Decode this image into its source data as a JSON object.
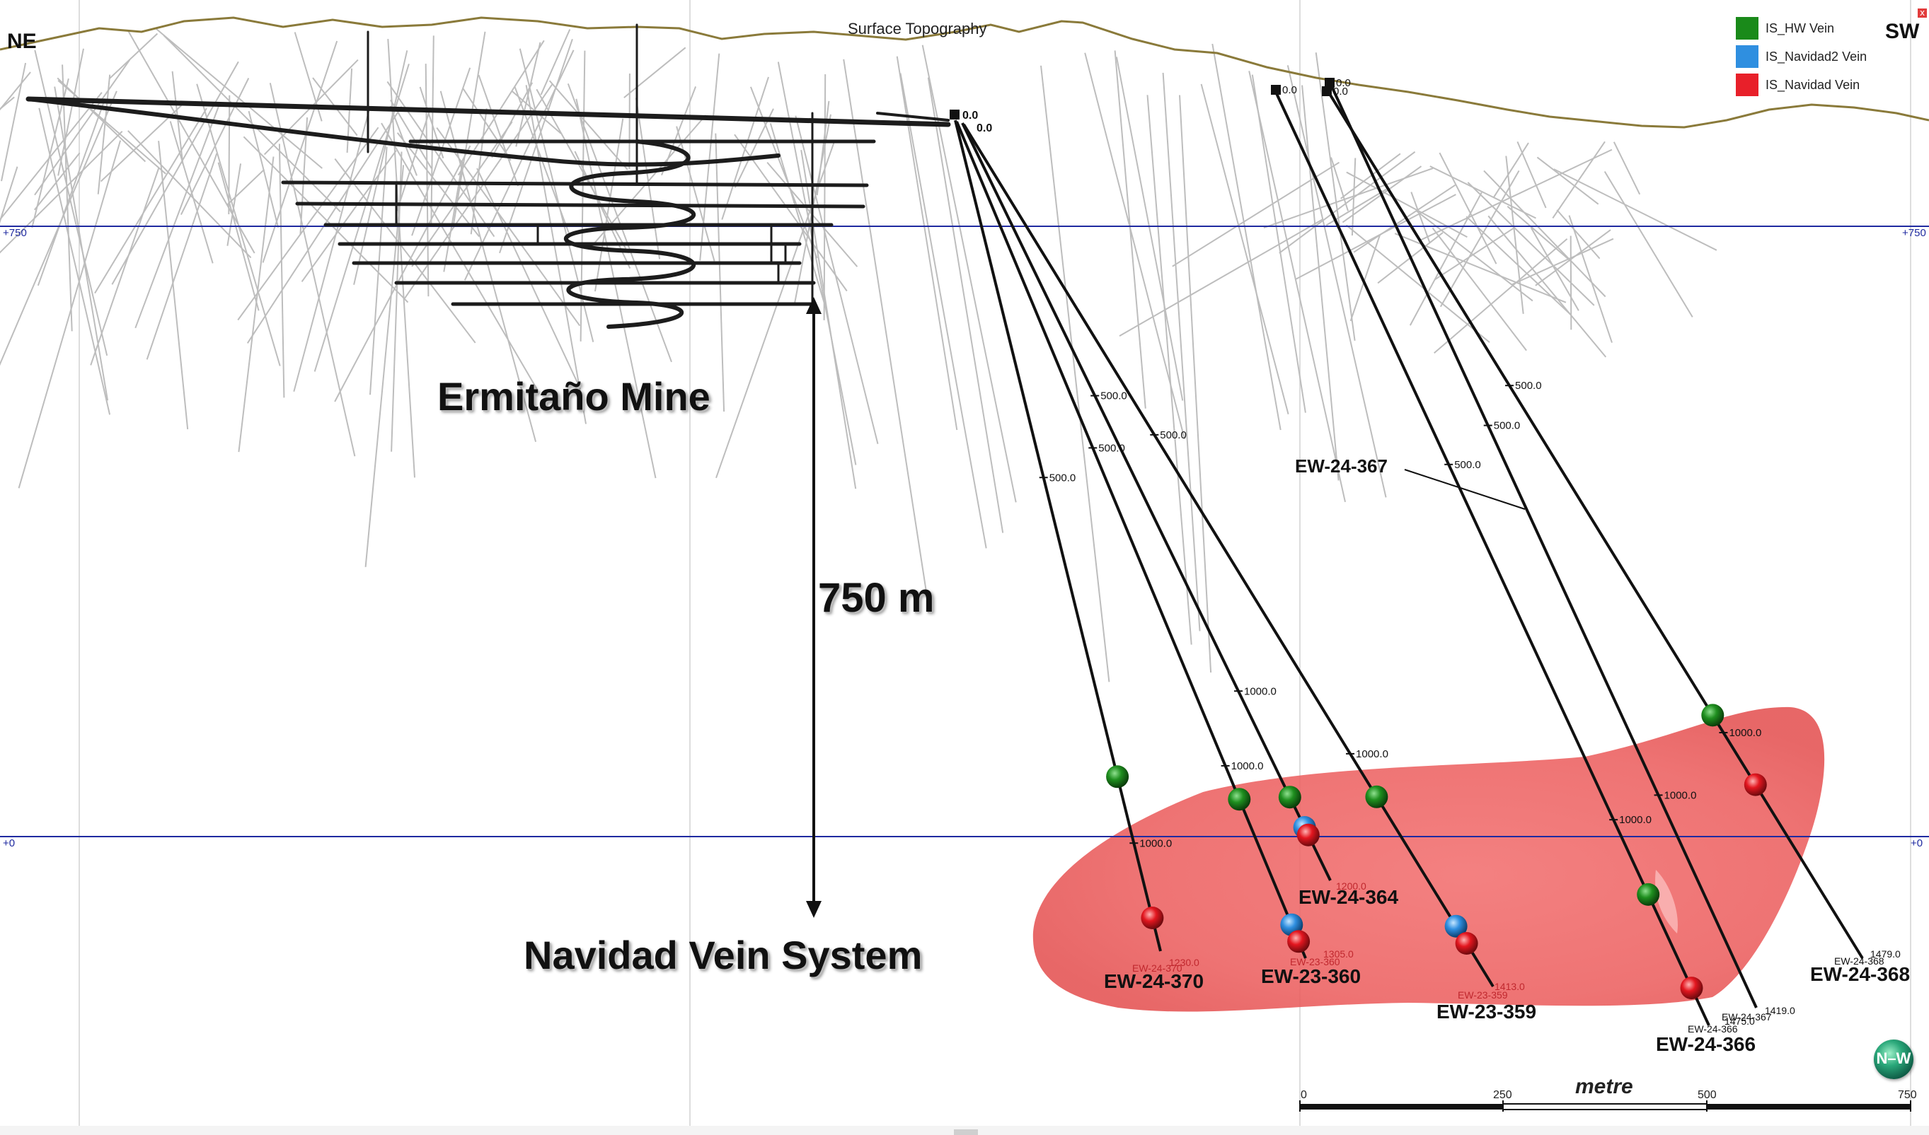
{
  "orientation": {
    "left": "NE",
    "right": "SW"
  },
  "titles": {
    "surface": "Surface Topography",
    "mine": "Ermitaño Mine",
    "vein_system": "Navidad Vein System",
    "depth": "750 m"
  },
  "elevation_labels": {
    "upper": "+750",
    "lower": "+0"
  },
  "legend": [
    {
      "label": "IS_HW Vein",
      "color": "#1a8a1a"
    },
    {
      "label": "IS_Navidad2 Vein",
      "color": "#2f8fe0"
    },
    {
      "label": "IS_Navidad Vein",
      "color": "#e8202a"
    }
  ],
  "close_button": "x",
  "compass_text": "N–W",
  "scale_bar": {
    "unit": "metre",
    "ticks": [
      "0",
      "250",
      "500",
      "750"
    ]
  },
  "collar_labels": [
    "0.0",
    "0.0",
    "0.0",
    "0.0",
    "0.0"
  ],
  "holes": [
    {
      "name": "EW-24-370",
      "depth_labels": [
        "500.0",
        "1000.0"
      ],
      "end_depth": "1230.0",
      "end_name": "EW-24-370"
    },
    {
      "name": "EW-23-360",
      "depth_labels": [
        "500.0",
        "1000.0"
      ],
      "end_depth": "1305.0",
      "end_name": "EW-23-360"
    },
    {
      "name": "EW-24-364",
      "depth_labels": [
        "500.0",
        "1000.0"
      ],
      "end_depth": "1200.0",
      "end_name": ""
    },
    {
      "name": "EW-23-359",
      "depth_labels": [
        "500.0",
        "1000.0"
      ],
      "end_depth": "1413.0",
      "end_name": "EW-23-359"
    },
    {
      "name": "EW-24-366",
      "depth_labels": [
        "500.0",
        "1000.0"
      ],
      "end_depth": "1475.0",
      "end_name": "EW-24-366"
    },
    {
      "name": "EW-24-367",
      "depth_labels": [
        "500.0",
        "1000.0"
      ],
      "end_depth": "1419.0",
      "end_name": "EW-24-367"
    },
    {
      "name": "EW-24-368",
      "depth_labels": [
        "500.0",
        "1000.0"
      ],
      "end_depth": "1479.0",
      "end_name": "EW-24-368"
    }
  ],
  "colors": {
    "topography": "#8a7a3a",
    "elevation_line": "#1f2aa0",
    "vein_zone": "#e85555",
    "drill_trace": "#111111",
    "background_hole": "#b8b8b8",
    "workings": "#1c1c1c",
    "end_label_red": "#c0282e"
  }
}
